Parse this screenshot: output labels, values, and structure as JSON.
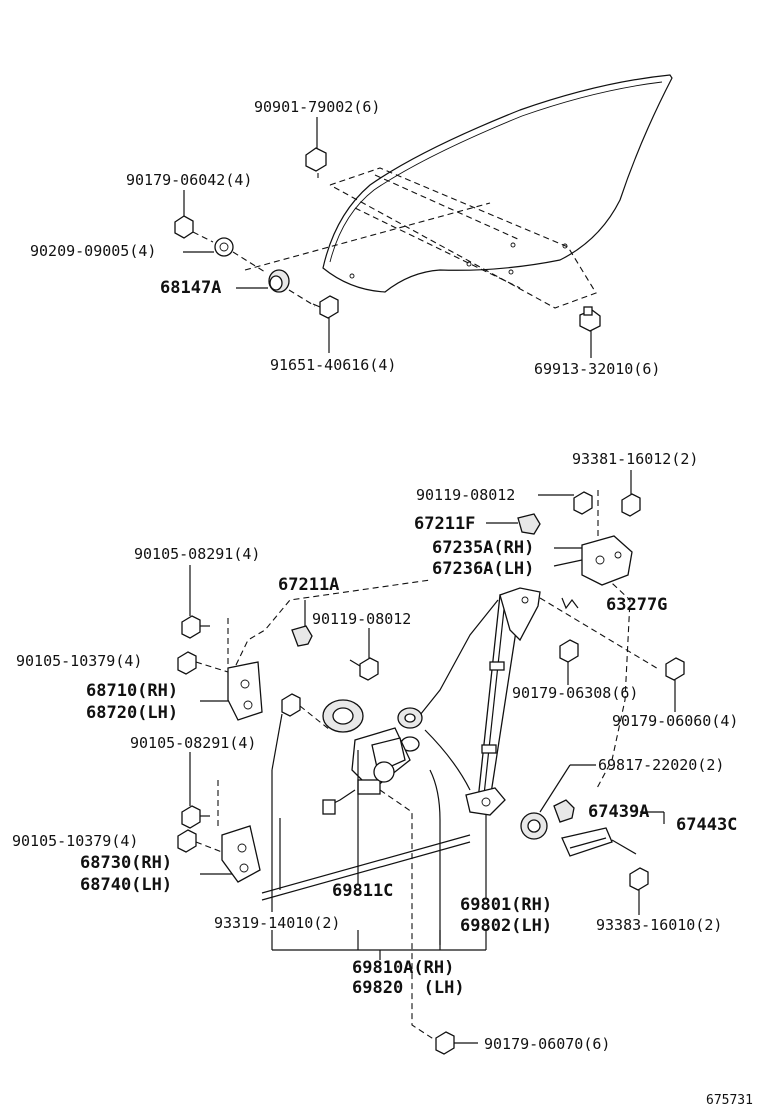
{
  "labels": {
    "p90901": "90901-79002(6)",
    "p90179_06042": "90179-06042(4)",
    "p90209": "90209-09005(4)",
    "p68147A": "68147A",
    "p91651": "91651-40616(4)",
    "p69913": "69913-32010(6)",
    "p93381": "93381-16012(2)",
    "p90119_a": "90119-08012",
    "p67211F": "67211F",
    "p67235A": "67235A(RH)",
    "p67236A": "67236A(LH)",
    "p63277G": "63277G",
    "p90105_08291_a": "90105-08291(4)",
    "p67211A": "67211A",
    "p90119_b": "90119-08012",
    "p90105_10379_a": "90105-10379(4)",
    "p68710": "68710(RH)",
    "p68720": "68720(LH)",
    "p90179_06308": "90179-06308(6)",
    "p90179_06060": "90179-06060(4)",
    "p90105_08291_b": "90105-08291(4)",
    "p69817": "69817-22020(2)",
    "p67439A": "67439A",
    "p67443C": "67443C",
    "p90105_10379_b": "90105-10379(4)",
    "p68730": "68730(RH)",
    "p68740": "68740(LH)",
    "p69811C": "69811C",
    "p69801": "69801(RH)",
    "p69802": "69802(LH)",
    "p93319": "93319-14010(2)",
    "p93383": "93383-16010(2)",
    "p69810A": "69810A(RH)",
    "p69820": "69820  (LH)",
    "p90179_06070": "90179-06070(6)",
    "diagram_id": "675731"
  }
}
